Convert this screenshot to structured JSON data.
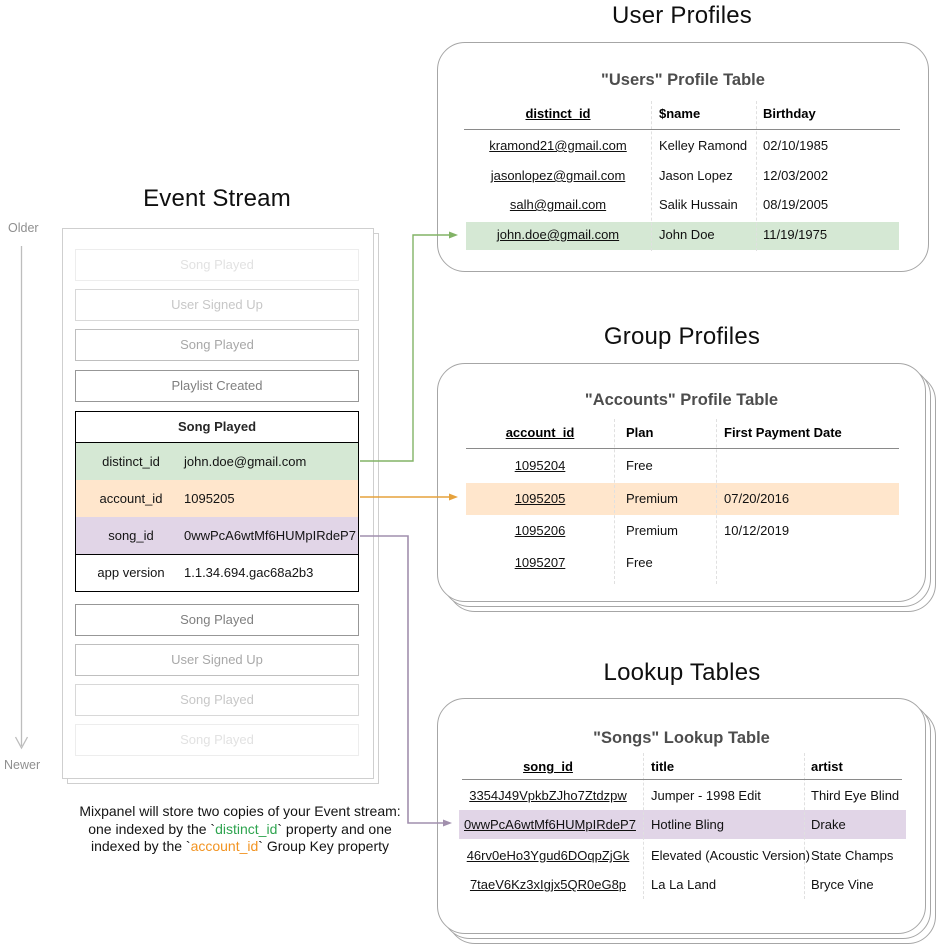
{
  "titles": {
    "event_stream": "Event Stream",
    "user_profiles": "User Profiles",
    "group_profiles": "Group Profiles",
    "lookup_tables": "Lookup Tables"
  },
  "timeline": {
    "older": "Older",
    "newer": "Newer"
  },
  "event_stream": {
    "items_before": [
      "Song Played",
      "User Signed Up",
      "Song Played",
      "Playlist Created"
    ],
    "detail": {
      "header": "Song Played",
      "rows": [
        {
          "key": "distinct_id",
          "value": "john.doe@gmail.com"
        },
        {
          "key": "account_id",
          "value": "1095205"
        },
        {
          "key": "song_id",
          "value": "0wwPcA6wtMf6HUMpIRdeP7"
        },
        {
          "key": "app version",
          "value": "1.1.34.694.gac68a2b3"
        }
      ]
    },
    "items_after": [
      "Song Played",
      "User Signed Up",
      "Song Played",
      "Song Played"
    ]
  },
  "users_table": {
    "title": "\"Users\" Profile Table",
    "columns": [
      "distinct_id",
      "$name",
      "Birthday"
    ],
    "rows": [
      [
        "kramond21@gmail.com",
        "Kelley Ramond",
        "02/10/1985"
      ],
      [
        "jasonlopez@gmail.com",
        "Jason Lopez",
        "12/03/2002"
      ],
      [
        "salh@gmail.com",
        "Salik Hussain",
        "08/19/2005"
      ],
      [
        "john.doe@gmail.com",
        "John Doe",
        "11/19/1975"
      ]
    ]
  },
  "accounts_table": {
    "title": "\"Accounts\" Profile Table",
    "columns": [
      "account_id",
      "Plan",
      "First Payment Date"
    ],
    "rows": [
      [
        "1095204",
        "Free",
        ""
      ],
      [
        "1095205",
        "Premium",
        "07/20/2016"
      ],
      [
        "1095206",
        "Premium",
        "10/12/2019"
      ],
      [
        "1095207",
        "Free",
        ""
      ]
    ]
  },
  "songs_table": {
    "title": "\"Songs\" Lookup Table",
    "columns": [
      "song_id",
      "title",
      "artist"
    ],
    "rows": [
      [
        "3354J49VpkbZJho7Ztdzpw",
        "Jumper - 1998 Edit",
        "Third Eye Blind"
      ],
      [
        "0wwPcA6wtMf6HUMpIRdeP7",
        "Hotline Bling",
        "Drake"
      ],
      [
        "46rv0eHo3Ygud6DOqpZjGk",
        "Elevated (Acoustic Version)",
        "State Champs"
      ],
      [
        "7taeV6Kz3xIgjx5QR0eG8p",
        "La La Land",
        "Bryce Vine"
      ]
    ]
  },
  "caption": {
    "line1": "Mixpanel will store two copies of your Event stream:",
    "line2_pre": "one indexed by the `",
    "line2_code": "distinct_id",
    "line2_post": "` property and one",
    "line3_pre": "indexed by the `",
    "line3_code": "account_id",
    "line3_post": "` Group Key property"
  },
  "colors": {
    "green_fill": "#d5e8d4",
    "green_stroke": "#82b366",
    "orange_fill": "#ffe6cc",
    "orange_stroke": "#e6a23c",
    "purple_fill": "#e1d5e7",
    "purple_stroke": "#a18fad",
    "caption_green": "#2ea44f",
    "caption_orange": "#f29422"
  }
}
